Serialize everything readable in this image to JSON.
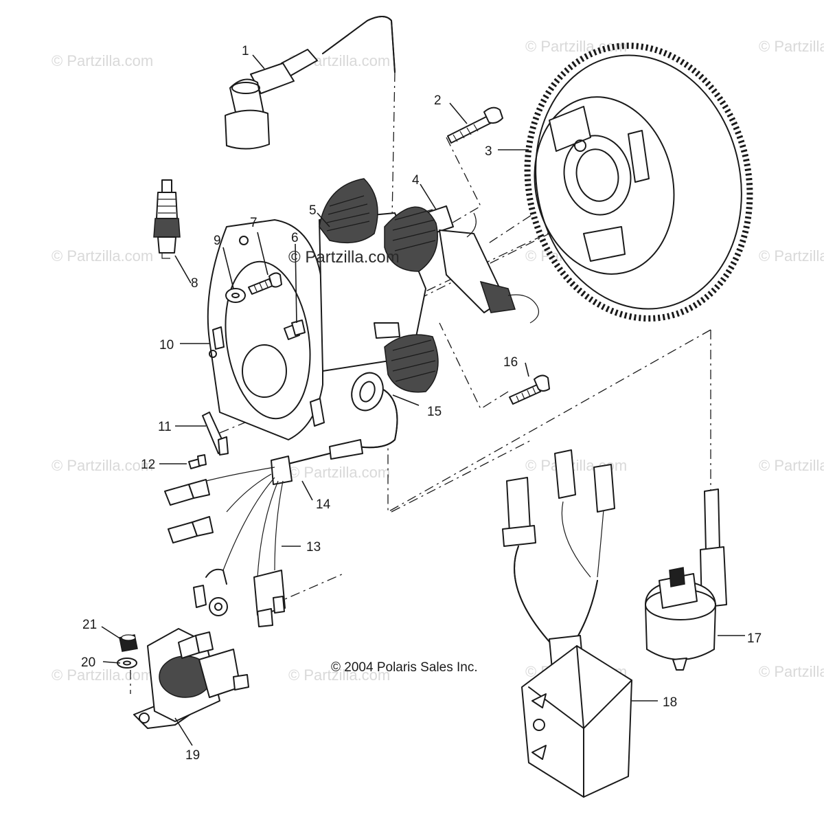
{
  "copyright": "© 2004 Polaris Sales Inc.",
  "watermark": "© Partzilla.com",
  "center_watermark": "© Partzilla.com",
  "callouts": [
    "1",
    "2",
    "3",
    "4",
    "5",
    "6",
    "7",
    "8",
    "9",
    "10",
    "11",
    "12",
    "13",
    "14",
    "15",
    "16",
    "17",
    "18",
    "19",
    "20",
    "21"
  ]
}
